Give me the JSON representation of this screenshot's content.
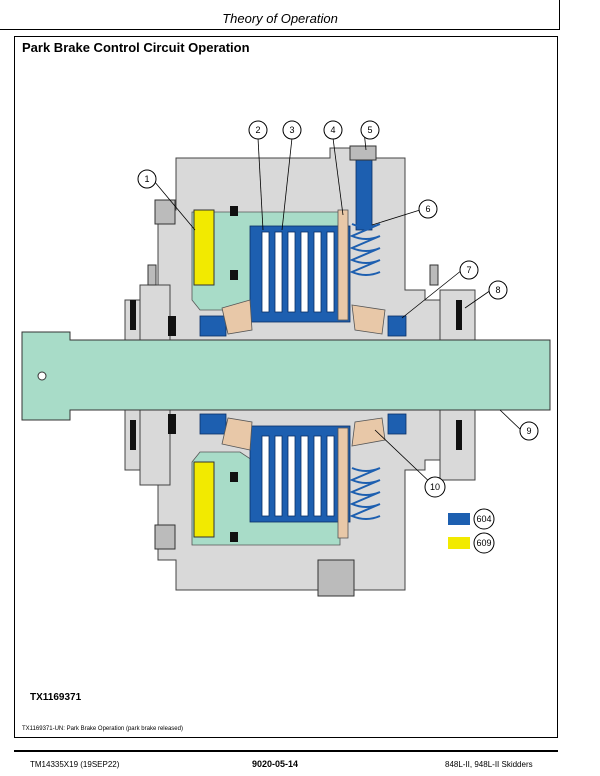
{
  "header": {
    "title": "Theory of Operation"
  },
  "section": {
    "title": "Park Brake Control Circuit Operation"
  },
  "figure": {
    "id": "TX1169371",
    "callouts": [
      "1",
      "2",
      "3",
      "4",
      "5",
      "6",
      "7",
      "8",
      "9",
      "10"
    ],
    "legend": [
      {
        "code": "604",
        "color": "#1d5fb0"
      },
      {
        "code": "609",
        "color": "#f2ea00"
      }
    ]
  },
  "caption": "TX1169371-UN: Park Brake Operation (park brake released)",
  "footer": {
    "left": "TM14335X19 (19SEP22)",
    "center": "9020-05-14",
    "right": "848L-II, 948L-II Skidders"
  },
  "colors": {
    "housing": "#d9d9d9",
    "oil": "#a8dcc8",
    "friction": "#e8c8a8",
    "pressure": "#1d5fb0",
    "yellow": "#f2ea00"
  }
}
